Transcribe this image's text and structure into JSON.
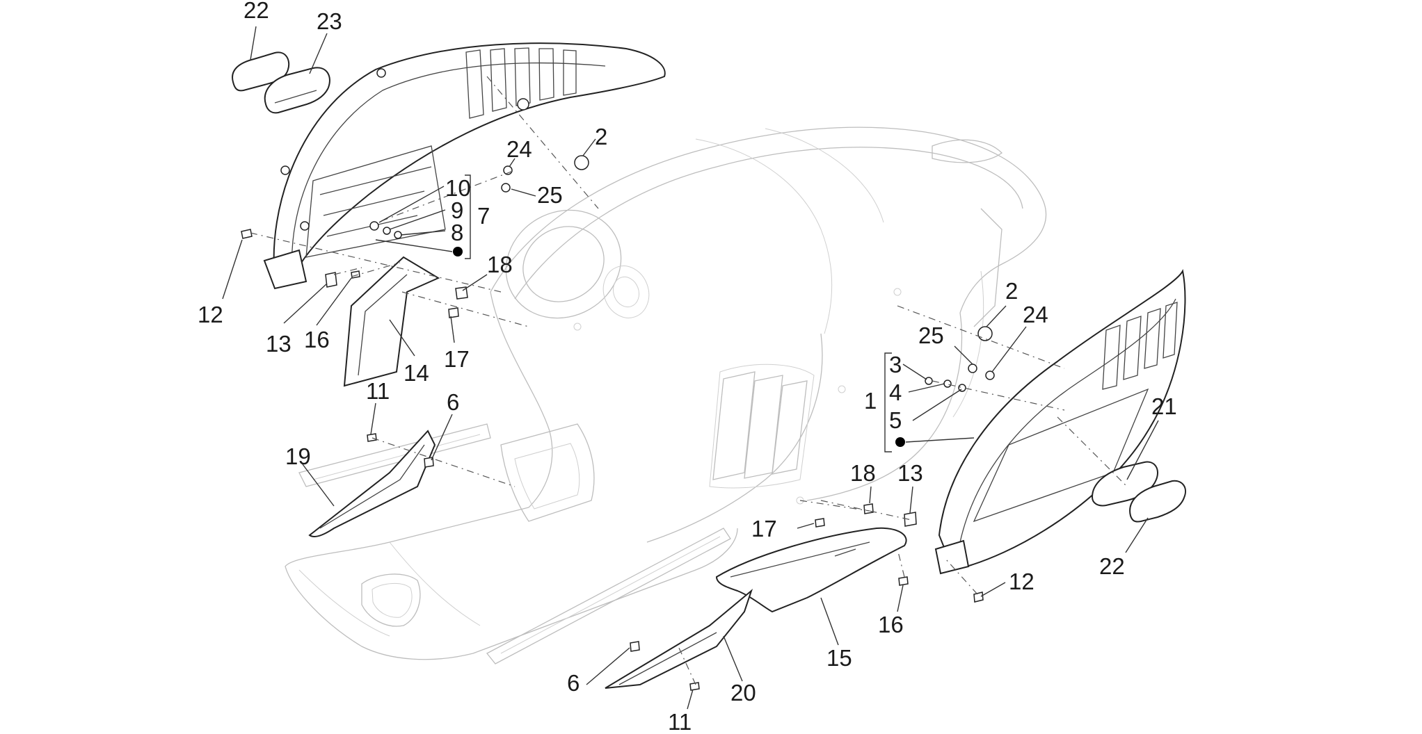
{
  "diagram": {
    "callouts": [
      {
        "id": "c22a",
        "label": "22"
      },
      {
        "id": "c23",
        "label": "23"
      },
      {
        "id": "c2a",
        "label": "2"
      },
      {
        "id": "c24a",
        "label": "24"
      },
      {
        "id": "c25a",
        "label": "25"
      },
      {
        "id": "c10",
        "label": "10"
      },
      {
        "id": "c9",
        "label": "9"
      },
      {
        "id": "c8",
        "label": "8"
      },
      {
        "id": "c7",
        "label": "7"
      },
      {
        "id": "c18a",
        "label": "18"
      },
      {
        "id": "c12a",
        "label": "12"
      },
      {
        "id": "c13a",
        "label": "13"
      },
      {
        "id": "c16a",
        "label": "16"
      },
      {
        "id": "c14",
        "label": "14"
      },
      {
        "id": "c17a",
        "label": "17"
      },
      {
        "id": "c11a",
        "label": "11"
      },
      {
        "id": "c6a",
        "label": "6"
      },
      {
        "id": "c19",
        "label": "19"
      },
      {
        "id": "c2b",
        "label": "2"
      },
      {
        "id": "c24b",
        "label": "24"
      },
      {
        "id": "c25b",
        "label": "25"
      },
      {
        "id": "c3",
        "label": "3"
      },
      {
        "id": "c4",
        "label": "4"
      },
      {
        "id": "c1",
        "label": "1"
      },
      {
        "id": "c5",
        "label": "5"
      },
      {
        "id": "c21",
        "label": "21"
      },
      {
        "id": "c18b",
        "label": "18"
      },
      {
        "id": "c13b",
        "label": "13"
      },
      {
        "id": "c17b",
        "label": "17"
      },
      {
        "id": "c22b",
        "label": "22"
      },
      {
        "id": "c12b",
        "label": "12"
      },
      {
        "id": "c16b",
        "label": "16"
      },
      {
        "id": "c15",
        "label": "15"
      },
      {
        "id": "c6b",
        "label": "6"
      },
      {
        "id": "c20",
        "label": "20"
      },
      {
        "id": "c11b",
        "label": "11"
      }
    ]
  }
}
